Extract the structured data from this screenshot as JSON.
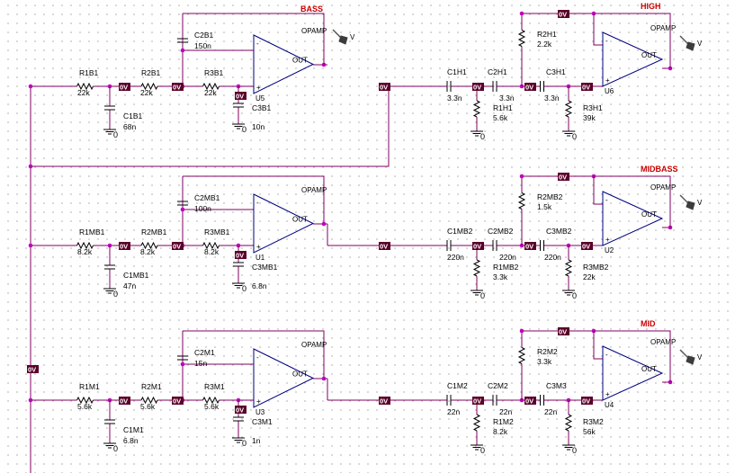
{
  "voltage_tag": "0V",
  "ground_label": "0",
  "probe_label": "V",
  "opamp_text": {
    "type": "OPAMP",
    "out": "OUT",
    "plus": "+",
    "minus": "-"
  },
  "colors": {
    "wire": "#800060",
    "junction": "#c000c0",
    "title": "#cc0000",
    "tag_bg": "#5a0028"
  },
  "stages": [
    {
      "title": "BASS",
      "opamp": "U5",
      "components": [
        {
          "ref": "R1B1",
          "value": "22k"
        },
        {
          "ref": "R2B1",
          "value": "22k"
        },
        {
          "ref": "R3B1",
          "value": "22k"
        },
        {
          "ref": "C1B1",
          "value": "68n"
        },
        {
          "ref": "C2B1",
          "value": "150n"
        },
        {
          "ref": "C3B1",
          "value": "10n"
        }
      ]
    },
    {
      "title": "HIGH",
      "opamp": "U6",
      "components": [
        {
          "ref": "C1H1",
          "value": "3.3n"
        },
        {
          "ref": "C2H1",
          "value": "3.3n"
        },
        {
          "ref": "C3H1",
          "value": "3.3n"
        },
        {
          "ref": "R1H1",
          "value": "5.6k"
        },
        {
          "ref": "R2H1",
          "value": "2.2k"
        },
        {
          "ref": "R3H1",
          "value": "39k"
        }
      ]
    },
    {
      "title": "",
      "opamp": "U1",
      "components": [
        {
          "ref": "R1MB1",
          "value": "8.2k"
        },
        {
          "ref": "R2MB1",
          "value": "8.2k"
        },
        {
          "ref": "R3MB1",
          "value": "8.2k"
        },
        {
          "ref": "C1MB1",
          "value": "47n"
        },
        {
          "ref": "C2MB1",
          "value": "100n"
        },
        {
          "ref": "C3MB1",
          "value": "6.8n"
        }
      ]
    },
    {
      "title": "MIDBASS",
      "opamp": "U2",
      "components": [
        {
          "ref": "C1MB2",
          "value": "220n"
        },
        {
          "ref": "C2MB2",
          "value": "220n"
        },
        {
          "ref": "C3MB2",
          "value": "220n"
        },
        {
          "ref": "R1MB2",
          "value": "3.3k"
        },
        {
          "ref": "R2MB2",
          "value": "1.5k"
        },
        {
          "ref": "R3MB2",
          "value": "22k"
        }
      ]
    },
    {
      "title": "",
      "opamp": "U3",
      "components": [
        {
          "ref": "R1M1",
          "value": "5.6k"
        },
        {
          "ref": "R2M1",
          "value": "5.6k"
        },
        {
          "ref": "R3M1",
          "value": "5.6k"
        },
        {
          "ref": "C1M1",
          "value": "6.8n"
        },
        {
          "ref": "C2M1",
          "value": "15n"
        },
        {
          "ref": "C3M1",
          "value": "1n"
        }
      ]
    },
    {
      "title": "MID",
      "opamp": "U4",
      "components": [
        {
          "ref": "C1M2",
          "value": "22n"
        },
        {
          "ref": "C2M2",
          "value": "22n"
        },
        {
          "ref": "C3M3",
          "value": "22n"
        },
        {
          "ref": "R1M2",
          "value": "8.2k"
        },
        {
          "ref": "R2M2",
          "value": "3.3k"
        },
        {
          "ref": "R3M2",
          "value": "56k"
        }
      ]
    }
  ]
}
